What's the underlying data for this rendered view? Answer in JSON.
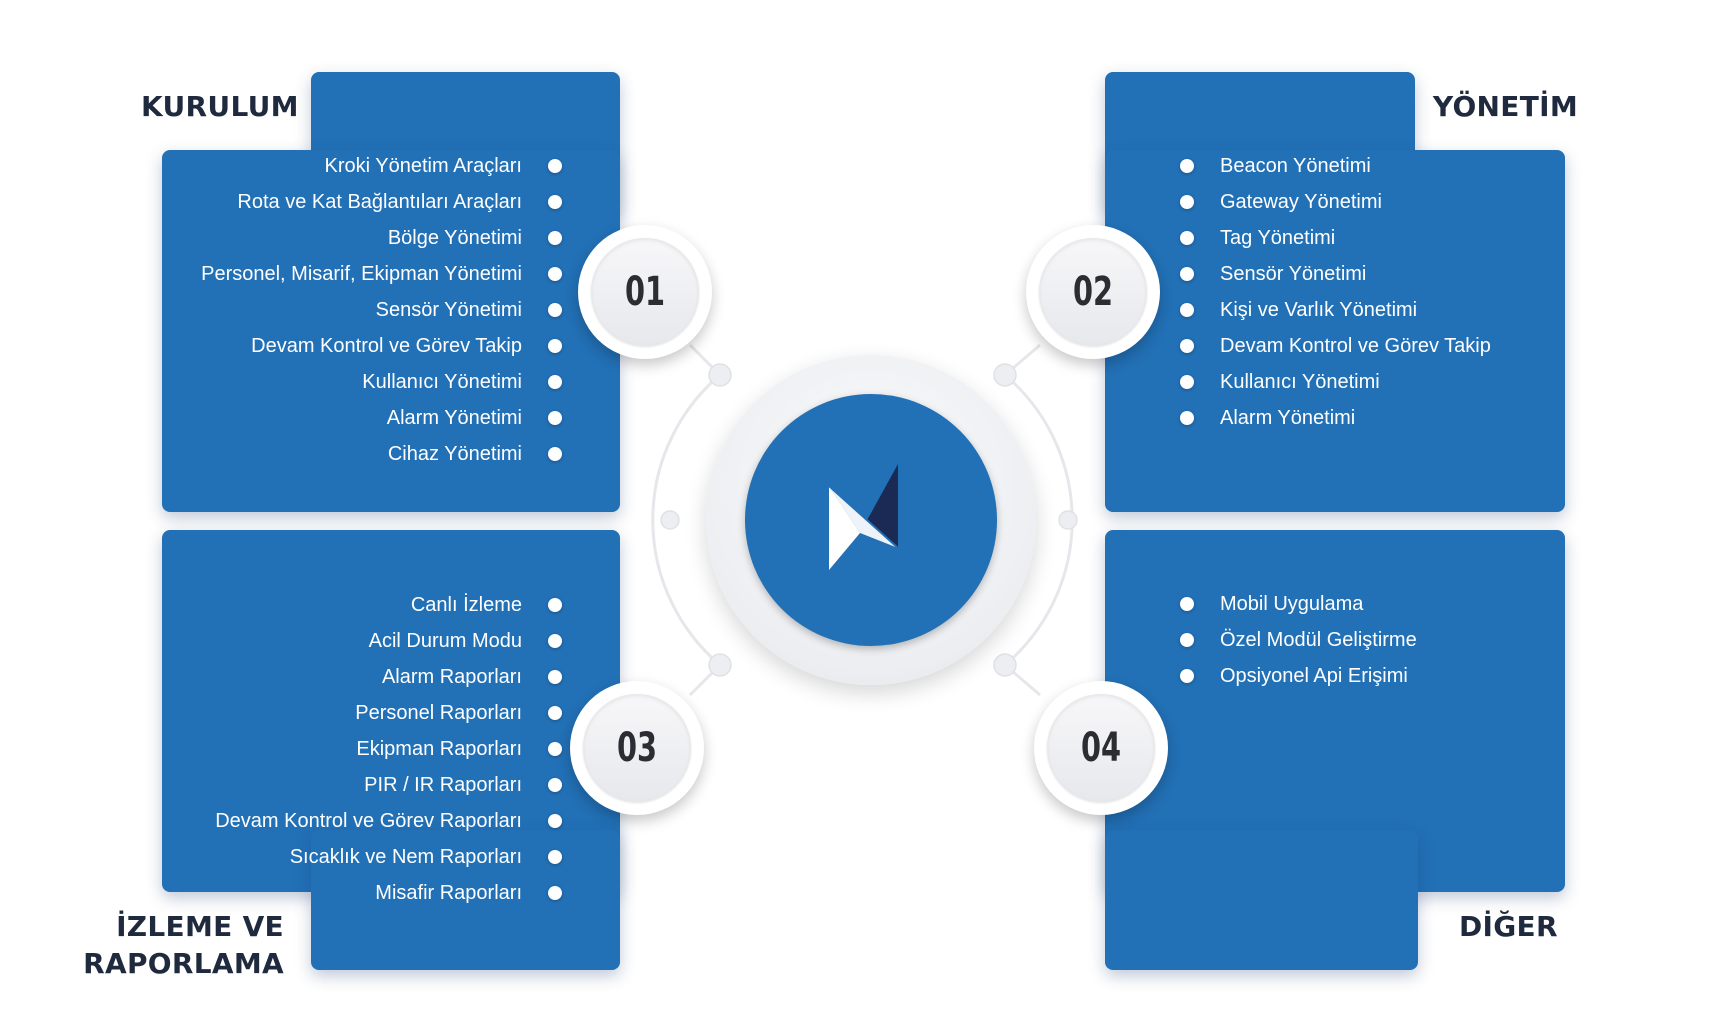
{
  "colors": {
    "panel_blue": "#2270b6",
    "title_dark": "#1f2a3e",
    "item_text": "#ffffff",
    "background": "#ffffff"
  },
  "center_logo": {
    "icon": "paper-plane-logo-icon"
  },
  "sections": {
    "kurulum": {
      "number": "01",
      "title": "KURULUM",
      "items": [
        "Kroki Yönetim Araçları",
        "Rota ve Kat Bağlantıları Araçları",
        "Bölge Yönetimi",
        "Personel, Misarif, Ekipman Yönetimi",
        "Sensör Yönetimi",
        "Devam Kontrol ve Görev Takip",
        "Kullanıcı Yönetimi",
        "Alarm Yönetimi",
        "Cihaz Yönetimi"
      ]
    },
    "yonetim": {
      "number": "02",
      "title": "YÖNETİM",
      "items": [
        "Beacon Yönetimi",
        "Gateway Yönetimi",
        "Tag Yönetimi",
        "Sensör Yönetimi",
        "Kişi ve Varlık Yönetimi",
        "Devam Kontrol ve Görev Takip",
        "Kullanıcı Yönetimi",
        "Alarm Yönetimi"
      ]
    },
    "izleme": {
      "number": "03",
      "title_line1": "İZLEME VE",
      "title_line2": "RAPORLAMA",
      "items": [
        "Canlı İzleme",
        "Acil Durum Modu",
        "Alarm Raporları",
        "Personel Raporları",
        "Ekipman Raporları",
        "PIR / IR Raporları",
        "Devam Kontrol ve Görev Raporları",
        "Sıcaklık ve Nem Raporları",
        "Misafir Raporları"
      ]
    },
    "diger": {
      "number": "04",
      "title": "DİĞER",
      "items": [
        "Mobil Uygulama",
        "Özel Modül Geliştirme",
        "Opsiyonel Api Erişimi"
      ]
    }
  }
}
